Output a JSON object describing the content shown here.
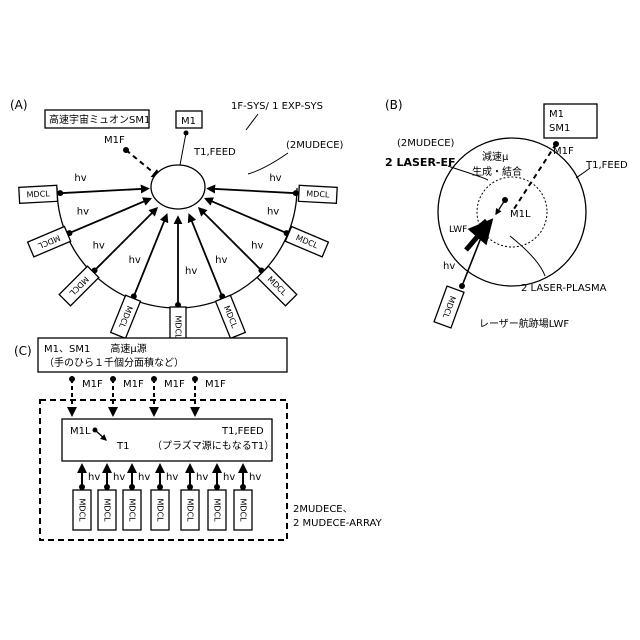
{
  "panel_a": {
    "label": "(A)",
    "source_box": "高速宇宙ミュオンSM1",
    "m1_box": "M1",
    "m1f": "M1F",
    "sys_label": "1F-SYS/ 1 EXP-SYS",
    "t1_feed": "T1,FEED",
    "mudece": "(2MUDECE)",
    "mdcl": "MDCL",
    "hv": "hv"
  },
  "panel_b": {
    "label": "(B)",
    "m1_box_line1": "M1",
    "m1_box_line2": "SM1",
    "m1f": "M1F",
    "mudece": "(2MUDECE)",
    "laser_ef": "2 LASER-EF",
    "decel_line1": "減速μ",
    "decel_line2": "生成・結合",
    "t1_feed": "T1,FEED",
    "m1l": "M1L",
    "lwf": "LWF",
    "hv": "hv",
    "laser_plasma": "2 LASER-PLASMA",
    "mdcl": "MDCL",
    "caption": "レーザー航跡場LWF"
  },
  "panel_c": {
    "label": "(C)",
    "top_line1": "M1、SM1　　高速μ源",
    "top_line2": "（手のひら１千個分面積など）",
    "m1f": "M1F",
    "m1l": "M1L",
    "t1": "T1",
    "t1_feed": "T1,FEED",
    "plasma_note": "（プラズマ源にもなるT1）",
    "hv": "hv",
    "mdcl": "MDCL",
    "mudece_line1": "2MUDECE、",
    "mudece_line2": "2 MUDECE-ARRAY"
  }
}
